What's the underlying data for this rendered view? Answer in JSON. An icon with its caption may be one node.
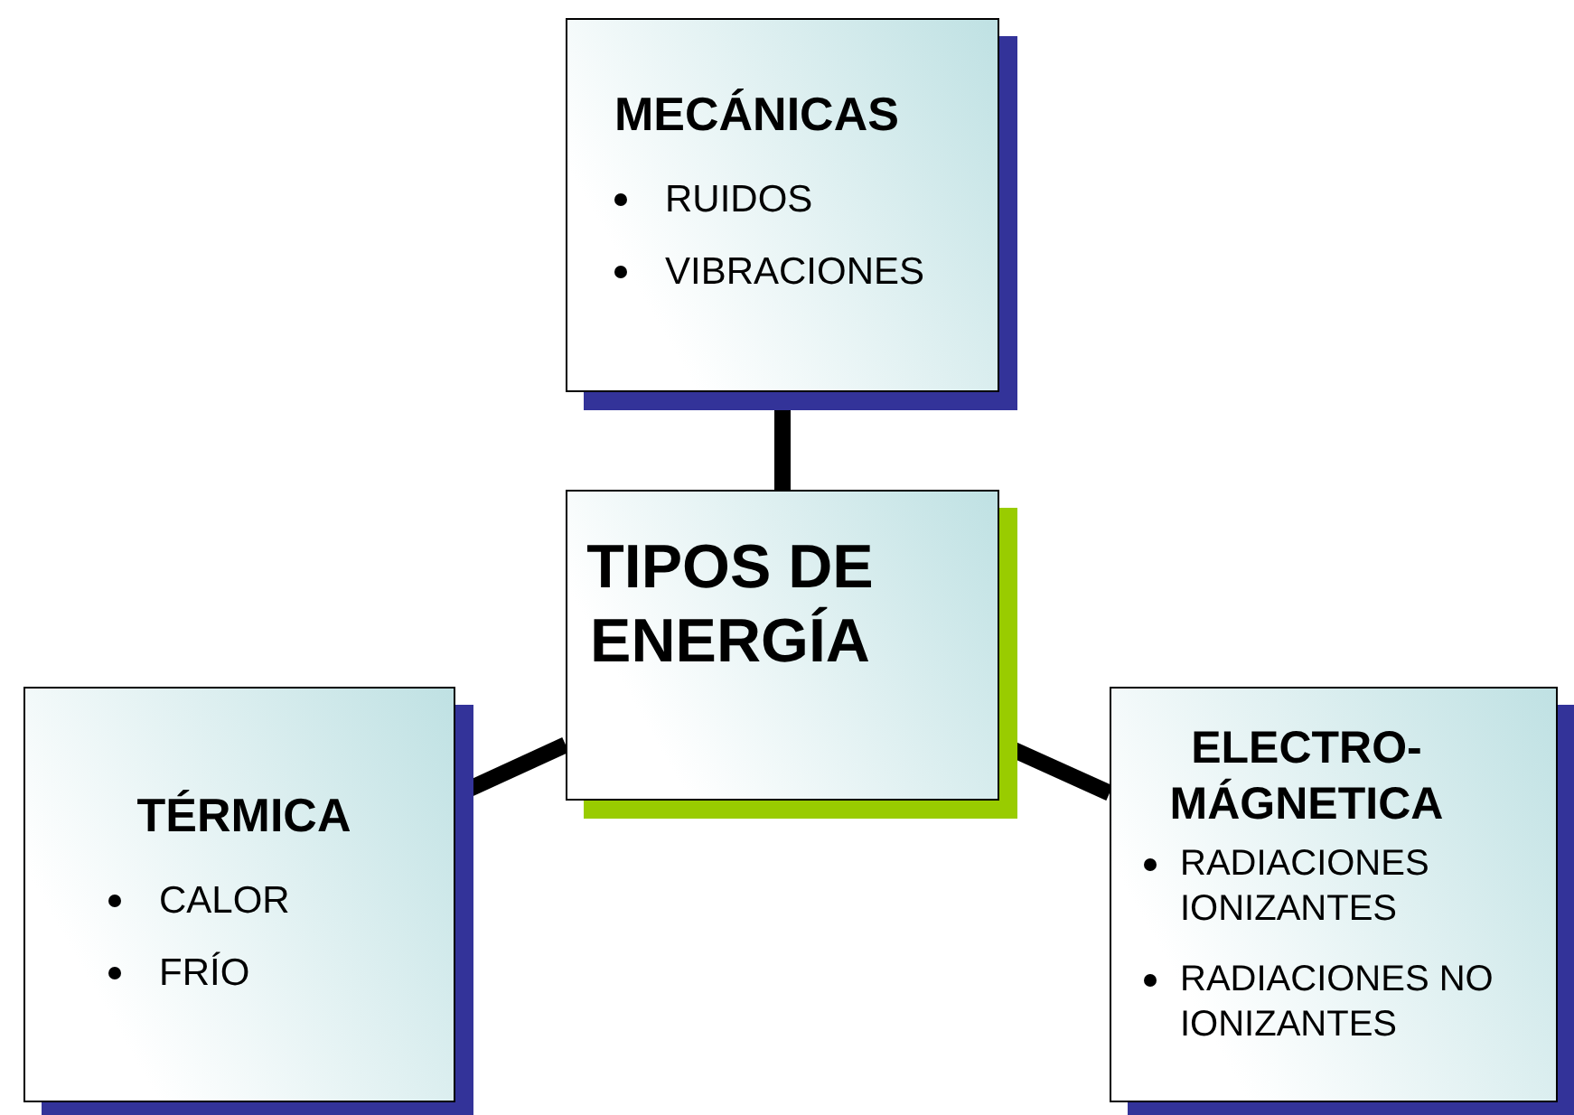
{
  "diagram": {
    "nodes": [
      {
        "text": [
          "TIPOS DE ENERGÍA"
        ]
      },
      {
        "text": [
          "MECÁNICAS",
          "RUIDOS",
          "VIBRACIONES"
        ]
      },
      {
        "text": [
          "TÉRMICA",
          "CALOR",
          "FRÍO"
        ]
      },
      {
        "text": [
          "ELECTRO- MÁGNETICA",
          "RADIACIONES IONIZANTES",
          "RADIACIONES NO IONIZANTES"
        ]
      }
    ],
    "edges": [
      {
        "from": 0,
        "to": 1,
        "arrow": "none"
      },
      {
        "from": 0,
        "to": 2,
        "arrow": "none"
      },
      {
        "from": 0,
        "to": 3,
        "arrow": "none"
      }
    ]
  }
}
